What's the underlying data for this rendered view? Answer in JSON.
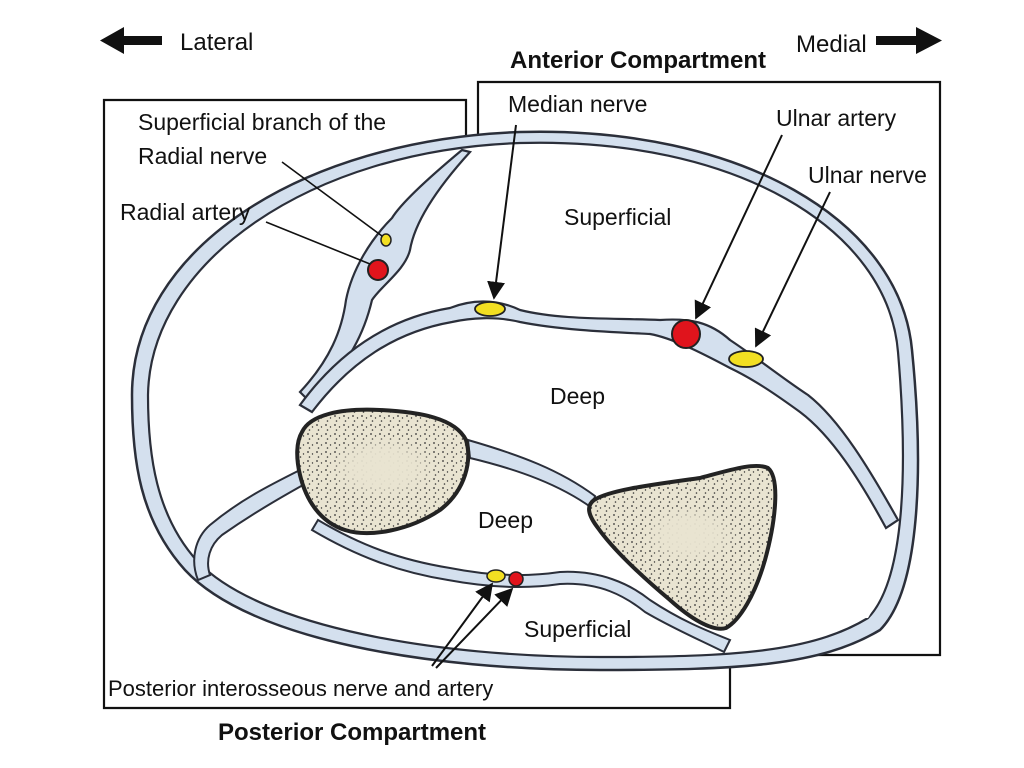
{
  "directions": {
    "lateral": "Lateral",
    "medial": "Medial"
  },
  "compartments": {
    "anterior": "Anterior Compartment",
    "posterior": "Posterior Compartment"
  },
  "labels": {
    "superficial_branch_line1": "Superficial branch of the",
    "superficial_branch_line2": "Radial nerve",
    "radial_artery": "Radial artery",
    "median_nerve": "Median nerve",
    "ulnar_artery": "Ulnar artery",
    "ulnar_nerve": "Ulnar nerve",
    "anterior_superficial": "Superficial",
    "anterior_deep": "Deep",
    "posterior_deep": "Deep",
    "posterior_superficial": "Superficial",
    "posterior_interosseous": "Posterior interosseous nerve and artery"
  },
  "colors": {
    "fascia_fill": "#d4e0ee",
    "fascia_stroke": "#2b2f3a",
    "artery": "#e0141c",
    "nerve": "#f2df22",
    "bone_fill": "#e9e4d1",
    "bone_stroke": "#232323",
    "arrow": "#111111"
  }
}
